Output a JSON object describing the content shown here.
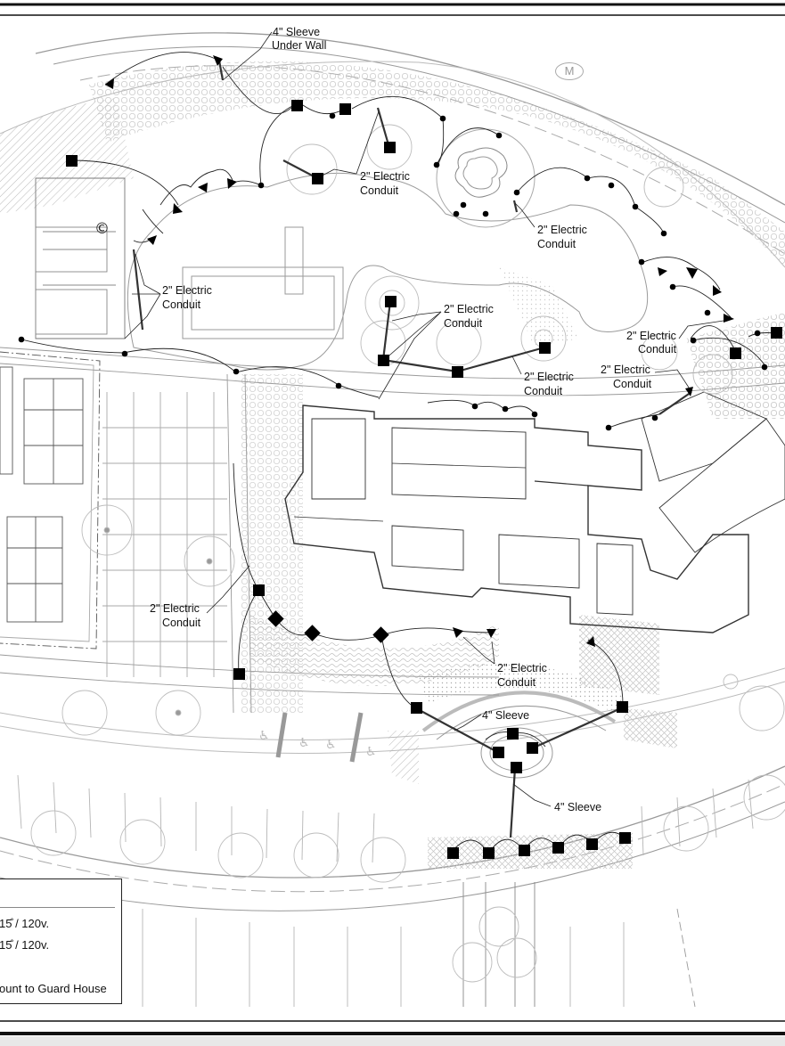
{
  "plan": {
    "north_mark": "M",
    "controller_symbol": "©",
    "callouts": {
      "sleeve_under_wall": [
        "4\" Sleeve",
        "Under Wall"
      ],
      "conduit_top_center": [
        "2\" Electric",
        "Conduit"
      ],
      "conduit_top_right": [
        "2\" Electric",
        "Conduit"
      ],
      "conduit_left": [
        "2\" Electric",
        "Conduit"
      ],
      "conduit_center": [
        "2\" Electric",
        "Conduit"
      ],
      "conduit_center_lower": [
        "2\" Electric",
        "Conduit"
      ],
      "conduit_right_upper": [
        "2\" Electric",
        "Conduit"
      ],
      "conduit_right_lower": [
        "2\" Electric",
        "Conduit"
      ],
      "conduit_bottom_left": [
        "2\" Electric",
        "Conduit"
      ],
      "conduit_bottom_center": [
        "2\" Electric",
        "Conduit"
      ],
      "sleeve_bottom": "4\" Sleeve",
      "sleeve_bottom_lower": "4\" Sleeve"
    }
  },
  "legend": {
    "line1": "15̊ / 120v.",
    "line2": "15̊ / 120v.",
    "line3": "ount to Guard House"
  }
}
